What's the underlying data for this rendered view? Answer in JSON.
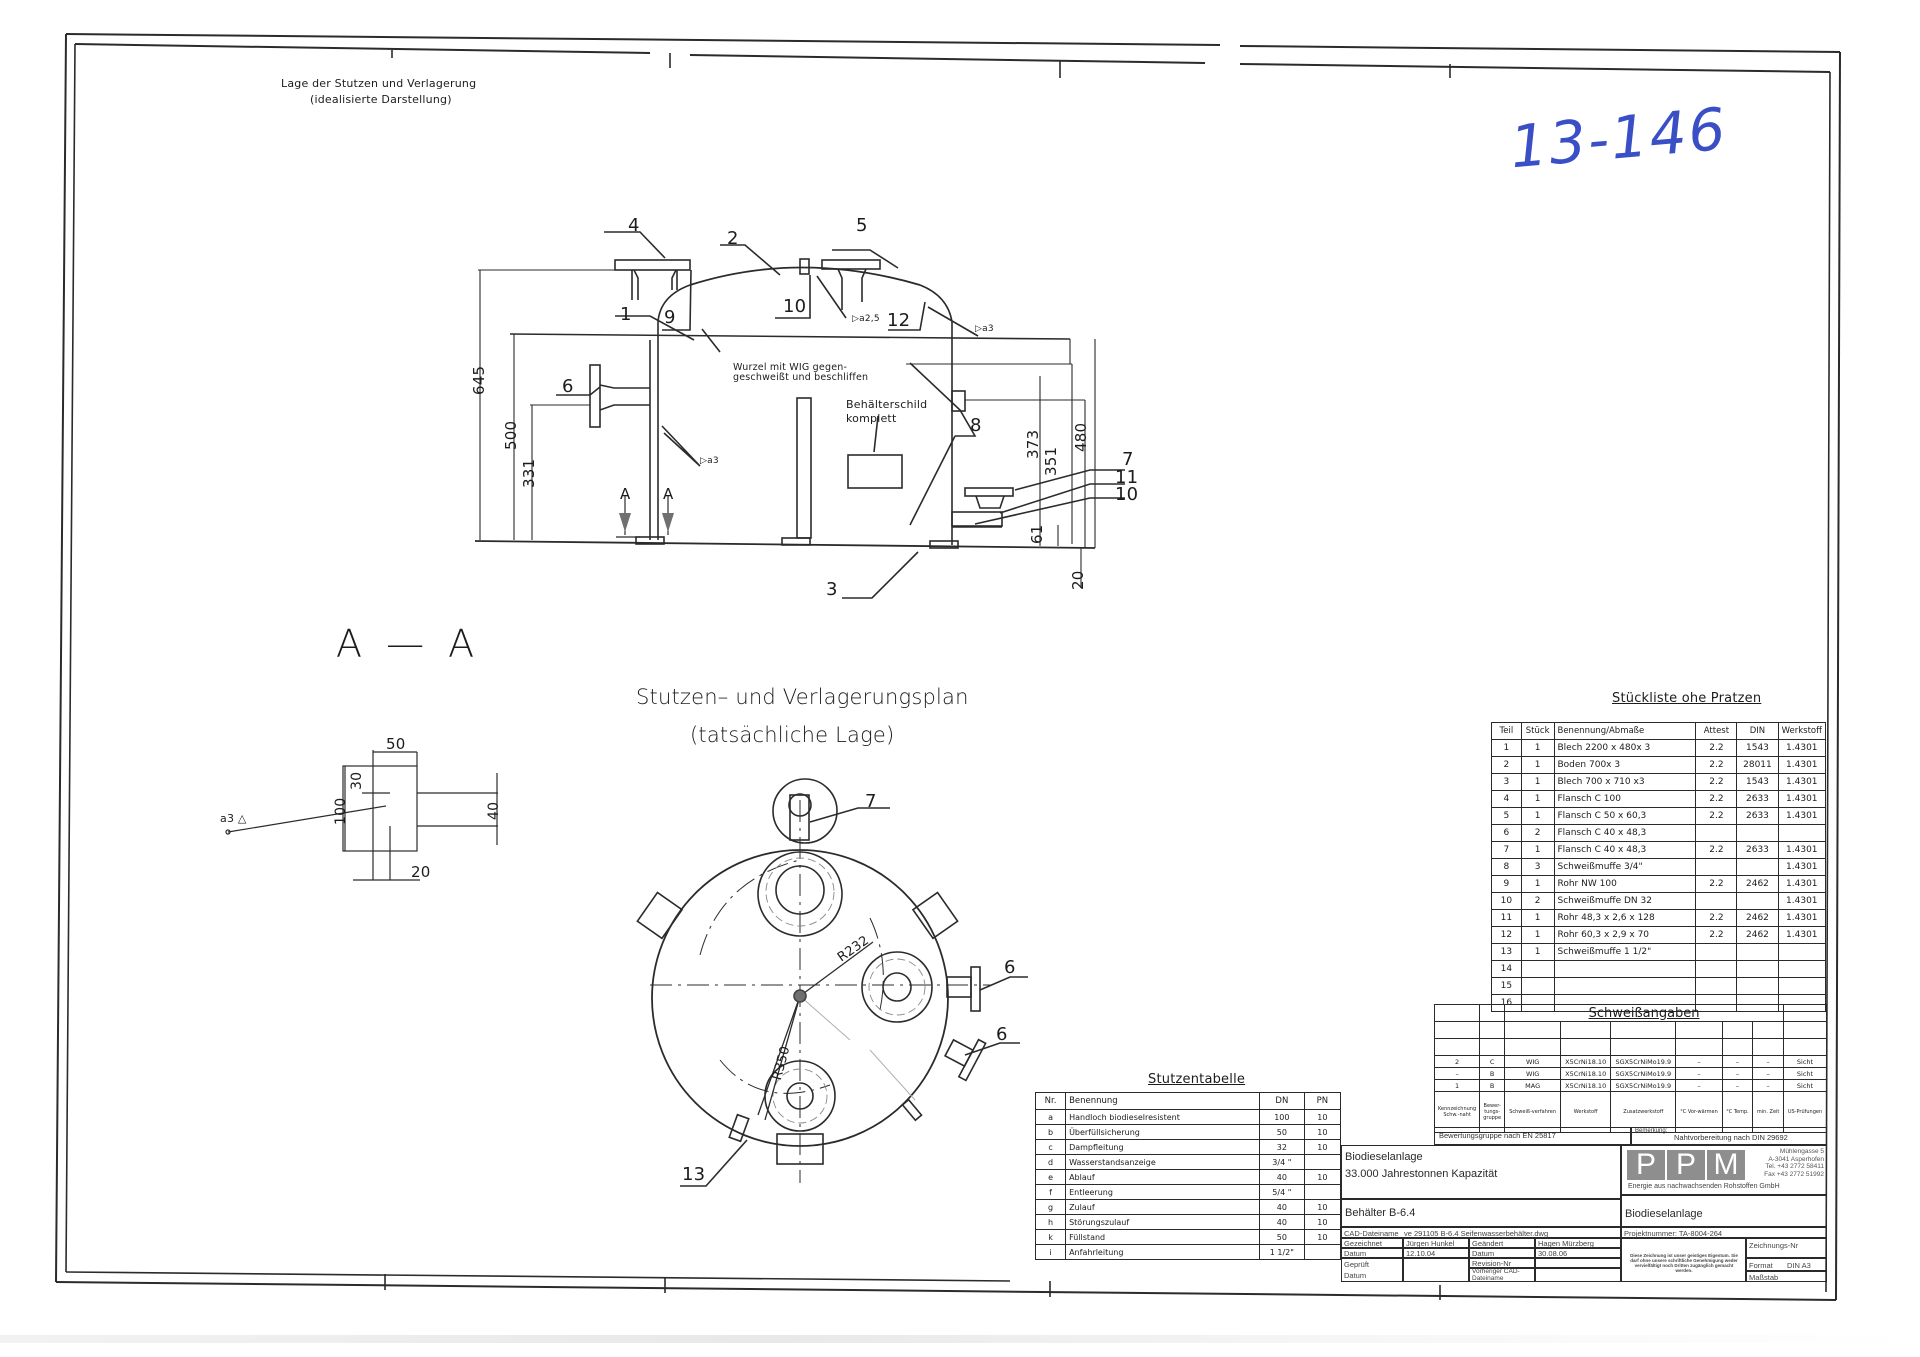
{
  "drawing": {
    "handwritten_number": "13-146",
    "section_title": {
      "line1": "Lage der Stutzen und Verlagerung",
      "line2": "(idealisierte Darstellung)"
    },
    "side_view": {
      "part_callouts": [
        "1",
        "2",
        "3",
        "4",
        "5",
        "6",
        "7",
        "8",
        "9",
        "10",
        "11",
        "12",
        "10"
      ],
      "dimensions": {
        "d645": "645",
        "d500": "500",
        "d331": "331",
        "d373": "373",
        "d480": "480",
        "d351": "351",
        "d61": "61",
        "d20": "20"
      },
      "weld_notes": {
        "a25": "a2,5",
        "a3_top": "a3",
        "a3_left": "a3"
      },
      "root_note_line1": "Wurzel mit WIG gegen-",
      "root_note_line2": "geschweißt und beschliffen",
      "plate_label_line1": "Behälterschild",
      "plate_label_line2": "komplett",
      "section_markers": [
        "A",
        "A"
      ]
    },
    "section_aa": {
      "title": "A  —  A",
      "dimensions": {
        "d50": "50",
        "d30": "30",
        "d100": "100",
        "d40": "40",
        "d20": "20"
      },
      "weld_note": "a3"
    },
    "plan_view": {
      "title_line1": "Stutzen– und Verlagerungsplan",
      "title_line2": "(tatsächliche Lage)",
      "callouts": [
        "7",
        "6",
        "6",
        "13"
      ],
      "radius_labels": [
        "R232",
        "R350"
      ]
    }
  },
  "stueckliste": {
    "title": "Stückliste ohe Pratzen",
    "headers": [
      "Teil",
      "Stück",
      "Benennung/Abmaße",
      "Attest",
      "DIN",
      "Werkstoff"
    ],
    "rows": [
      [
        "1",
        "1",
        "Blech 2200 x 480x 3",
        "2.2",
        "1543",
        "1.4301"
      ],
      [
        "2",
        "1",
        "Boden 700x 3",
        "2.2",
        "28011",
        "1.4301"
      ],
      [
        "3",
        "1",
        "Blech 700 x 710 x3",
        "2.2",
        "1543",
        "1.4301"
      ],
      [
        "4",
        "1",
        "Flansch C 100",
        "2.2",
        "2633",
        "1.4301"
      ],
      [
        "5",
        "1",
        "Flansch C 50 x 60,3",
        "2.2",
        "2633",
        "1.4301"
      ],
      [
        "6",
        "2",
        "Flansch C 40 x 48,3",
        "",
        "",
        ""
      ],
      [
        "7",
        "1",
        "Flansch C 40 x 48,3",
        "2.2",
        "2633",
        "1.4301"
      ],
      [
        "8",
        "3",
        "Schweißmuffe 3/4\"",
        "",
        "",
        "1.4301"
      ],
      [
        "9",
        "1",
        "Rohr NW 100",
        "2.2",
        "2462",
        "1.4301"
      ],
      [
        "10",
        "2",
        "Schweißmuffe DN 32",
        "",
        "",
        "1.4301"
      ],
      [
        "11",
        "1",
        "Rohr 48,3 x 2,6 x 128",
        "2.2",
        "2462",
        "1.4301"
      ],
      [
        "12",
        "1",
        "Rohr 60,3 x 2,9 x 70",
        "2.2",
        "2462",
        "1.4301"
      ],
      [
        "13",
        "1",
        "Schweißmuffe 1 1/2\"",
        "",
        "",
        ""
      ],
      [
        "14",
        "",
        "",
        "",
        "",
        ""
      ],
      [
        "15",
        "",
        "",
        "",
        "",
        ""
      ],
      [
        "16",
        "",
        "",
        "",
        "",
        ""
      ]
    ]
  },
  "schweissangaben": {
    "title": "Schweißangaben",
    "rows": [
      [
        "2",
        "C",
        "WIG",
        "X5CrNi18.10",
        "SGX5CrNiMo19.9",
        "–",
        "–",
        "–",
        "Sicht"
      ],
      [
        "–",
        "B",
        "WIG",
        "X5CrNi18.10",
        "SGX5CrNiMo19.9",
        "–",
        "–",
        "–",
        "Sicht"
      ],
      [
        "1",
        "B",
        "MAG",
        "X5CrNi18.10",
        "SGX5CrNiMo19.9",
        "–",
        "–",
        "–",
        "Sicht"
      ]
    ],
    "headers": [
      "Kennzeichnung Schw.-naht",
      "Bewer-tungs-gruppe",
      "Schweiß-verfahren",
      "Werkstoff",
      "Zusatzwerkstoff",
      "°C Vor-wärmen",
      "°C Temp.",
      "min. Zeit",
      "US-Prüfungen"
    ],
    "bewertungsgruppe": "Bewertungsgruppe nach EN 25817",
    "bemerkung_label": "Bemerkung:",
    "bemerkung": "Nahtvorbereitung nach DIN 29692"
  },
  "stutzentabelle": {
    "title": "Stutzentabelle",
    "headers": [
      "Nr.",
      "Benennung",
      "DN",
      "PN"
    ],
    "rows": [
      [
        "a",
        "Handloch  biodieselresistent",
        "100",
        "10"
      ],
      [
        "b",
        "Überfüllsicherung",
        "50",
        "10"
      ],
      [
        "c",
        "Dampfleitung",
        "32",
        "10"
      ],
      [
        "d",
        "Wasserstandsanzeige",
        "3/4 \"",
        ""
      ],
      [
        "e",
        "Ablauf",
        "40",
        "10"
      ],
      [
        "f",
        "Entleerung",
        "5/4 \"",
        ""
      ],
      [
        "g",
        "Zulauf",
        "40",
        "10"
      ],
      [
        "h",
        "Störungszulauf",
        "40",
        "10"
      ],
      [
        "k",
        "Füllstand",
        "50",
        "10"
      ],
      [
        "i",
        "Anfahrleitung",
        "1 1/2\"",
        ""
      ]
    ]
  },
  "title_block": {
    "project_line1": "Biodieselanlage",
    "project_line2": "33.000 Jahrestonnen Kapazität",
    "part_name": "Behälter B-6.4",
    "company_letters": [
      "P",
      "P",
      "M"
    ],
    "company_address": [
      "Mühlengasse        5",
      "A-3041  Asperhofen",
      "Tel. +43 2772 58411",
      "Fax +43 2772 51992"
    ],
    "company_tagline": "Energie aus nachwachsenden Rohstoffen GmbH",
    "client": "Biodieselanlage",
    "cad_file_label": "CAD-Dateiname",
    "cad_file_value": "ve 291105 B-6.4 Seifenwasserbehälter.dwg",
    "drawn_label": "Gezeichnet",
    "drawn_value": "Jürgen Hunkel",
    "drawn_date_label": "Datum",
    "drawn_date": "12.10.04",
    "changed_label": "Geändert",
    "changed_value": "Hagen Mürzberg",
    "changed_date_label": "Datum",
    "changed_date": "30.08.06",
    "checked_label": "Geprüft",
    "checked_date_label": "Datum",
    "revision_label": "Revision-Nr",
    "previous_label": "Vorheriger CAD-Dateiname",
    "project_number": "Projektnummer: TA-8004-264",
    "drawing_no_label": "Zeichnungs-Nr",
    "format_label": "Format",
    "format_value": "DIN A3",
    "scale_label": "Maßstab",
    "copyright_note": "Diese Zeichnung ist unser geistiges Eigentum. Sie darf ohne unsere schriftliche Genehmigung weder vervielfältigt noch Dritten zugänglich gemacht werden."
  }
}
